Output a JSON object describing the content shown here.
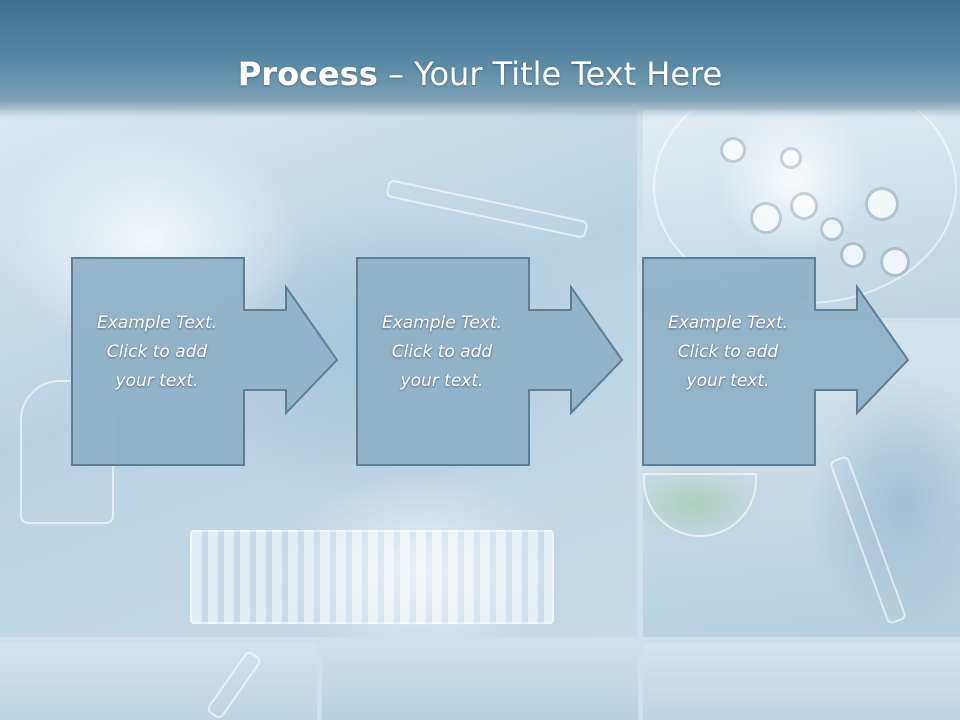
{
  "slide": {
    "title_bold": "Process",
    "title_rest": " – Your Title Text Here"
  },
  "steps": [
    {
      "text": "Example Text.\nClick  to add\nyour text."
    },
    {
      "text": "Example Text.\nClick  to add\nyour text."
    },
    {
      "text": "Example Text.\nClick  to add\nyour text."
    }
  ],
  "colors": {
    "header": "#4a7c99",
    "arrow_fill": "#8fb2c9",
    "arrow_border": "#5d7f96"
  }
}
